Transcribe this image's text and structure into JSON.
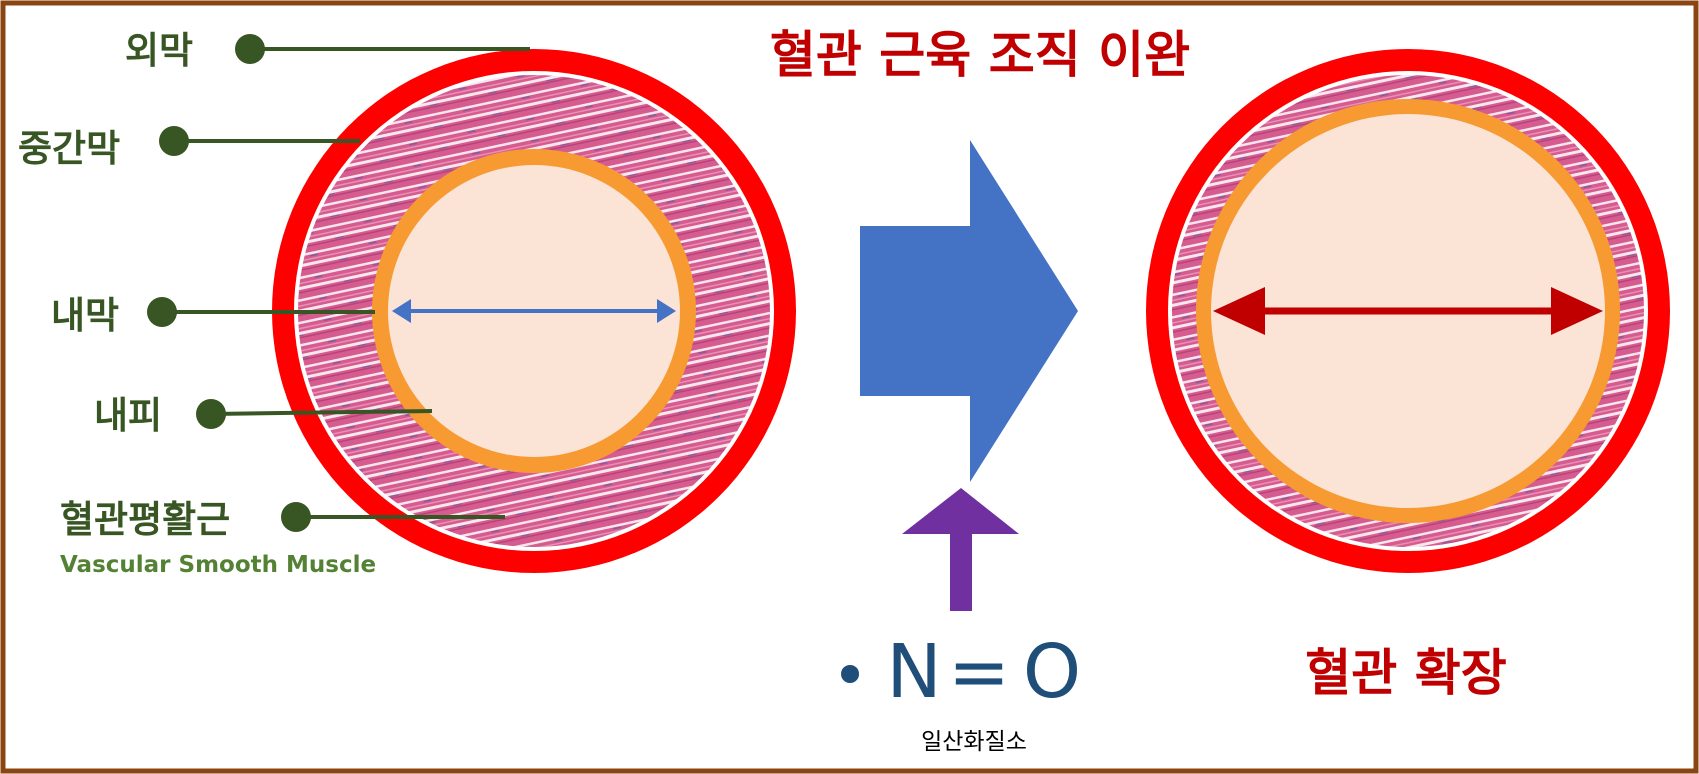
{
  "title": "혈관 근육 조직 이완",
  "result_label": "혈관 확장",
  "labels": {
    "adventitia": "외막",
    "media": "중간막",
    "intima": "내막",
    "endothelium": "내피",
    "smooth_muscle": "혈관평활근",
    "smooth_muscle_en": "Vascular Smooth Muscle"
  },
  "molecule": {
    "dot": "•",
    "formula_n": "N",
    "bond": "=",
    "formula_o": "O",
    "name": "일산화질소"
  },
  "colors": {
    "frame": "#8B4513",
    "title_red": "#C00000",
    "label_green": "#375623",
    "label_green_light": "#548235",
    "vessel_red": "#FF0000",
    "endothelium_orange": "#F79A32",
    "lumen": "#FBE3D6",
    "muscle_pink": "#D9588E",
    "arrow_blue": "#4472C4",
    "arrow_purple": "#7030A0",
    "molecule_navy": "#1F4E79",
    "dilation_arrow": "#C00000"
  }
}
